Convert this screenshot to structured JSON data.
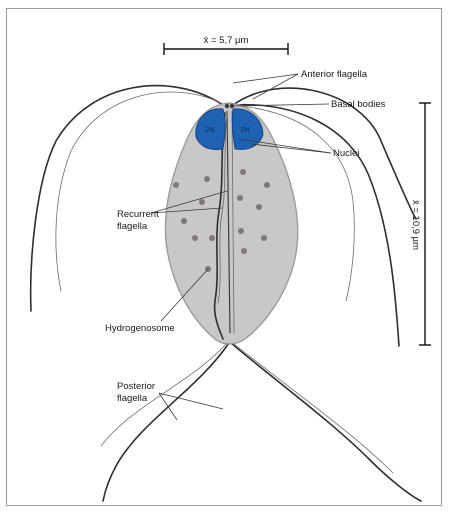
{
  "colors": {
    "cell_fill": "#c9c7c7",
    "cell_stroke": "#9c9a9a",
    "nucleus": "#1e62b4",
    "granule": "#7f7878",
    "flagellum": "#2e2e2e"
  },
  "diagram": {
    "width_scale": "x̄ = 5,7 µm",
    "length_scale": "x̄ = 10,9 µm",
    "nucleus_left": "2N",
    "nucleus_right": "2N",
    "labels": {
      "anterior_flagella": "Anterior flagella",
      "basal_bodies": "Basal bodies",
      "nuclei": "Nuclei",
      "recurrent_line1": "Recurrent",
      "recurrent_line2": "flagella",
      "hydrogenosome": "Hydrogenosome",
      "posterior_line1": "Posterior",
      "posterior_line2": "flagella"
    }
  }
}
